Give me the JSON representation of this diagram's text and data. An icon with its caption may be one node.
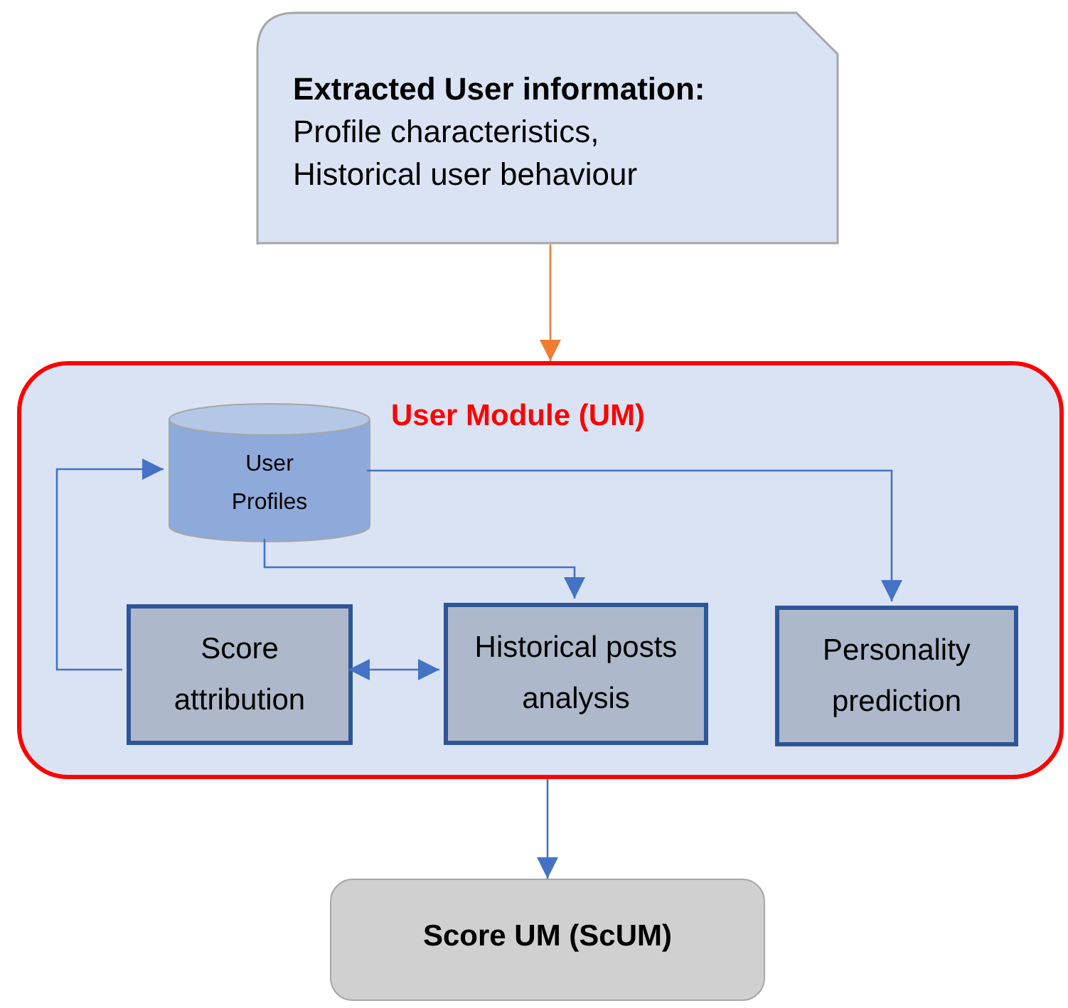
{
  "diagram": {
    "nodes": [
      {
        "text": [
          "Extracted User information:",
          "Profile characteristics, Historical user behaviour"
        ]
      },
      {
        "text": [
          "User Module (UM)"
        ]
      },
      {
        "text": [
          "User Profiles"
        ],
        "in": 1
      },
      {
        "text": [
          "Score attribution"
        ],
        "in": 1
      },
      {
        "text": [
          "Historical posts analysis"
        ],
        "in": 1
      },
      {
        "text": [
          "Personality prediction"
        ],
        "in": 1
      },
      {
        "text": [
          "Score UM (ScUM)"
        ]
      }
    ],
    "edges": [
      {
        "from": 0,
        "to": 1,
        "arrow": "to",
        "color": "#ed7d31"
      },
      {
        "from": 3,
        "to": 2,
        "arrow": "to"
      },
      {
        "from": 2,
        "to": 4,
        "arrow": "to"
      },
      {
        "from": 2,
        "to": 5,
        "arrow": "to"
      },
      {
        "from": 3,
        "to": 4,
        "arrow": "both"
      },
      {
        "from": 1,
        "to": 6,
        "arrow": "to"
      }
    ]
  }
}
